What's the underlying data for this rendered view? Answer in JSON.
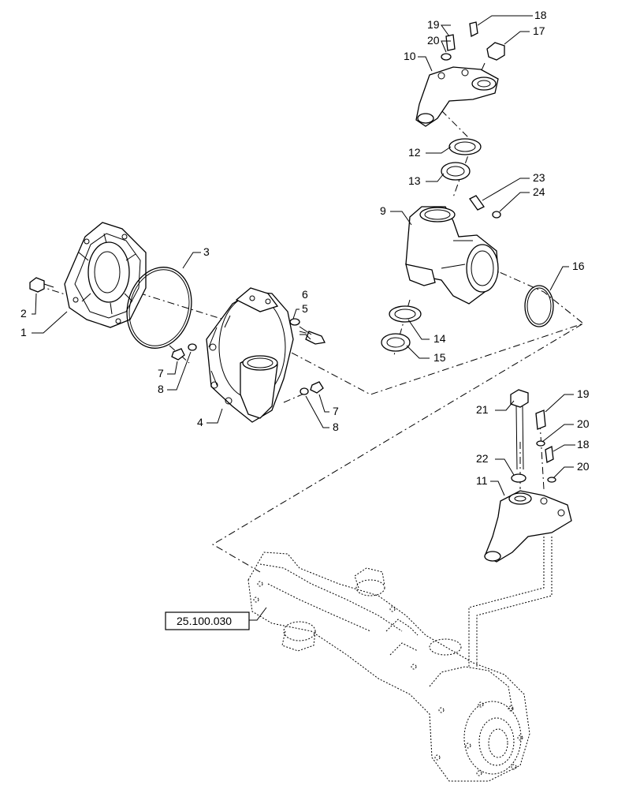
{
  "diagram": {
    "reference": "25.100.030",
    "callouts": [
      "1",
      "2",
      "3",
      "4",
      "5",
      "6",
      "7",
      "8",
      "7",
      "8",
      "9",
      "10",
      "11",
      "12",
      "13",
      "14",
      "15",
      "16",
      "17",
      "18",
      "18",
      "19",
      "19",
      "20",
      "20",
      "20",
      "21",
      "22",
      "23",
      "24"
    ]
  }
}
